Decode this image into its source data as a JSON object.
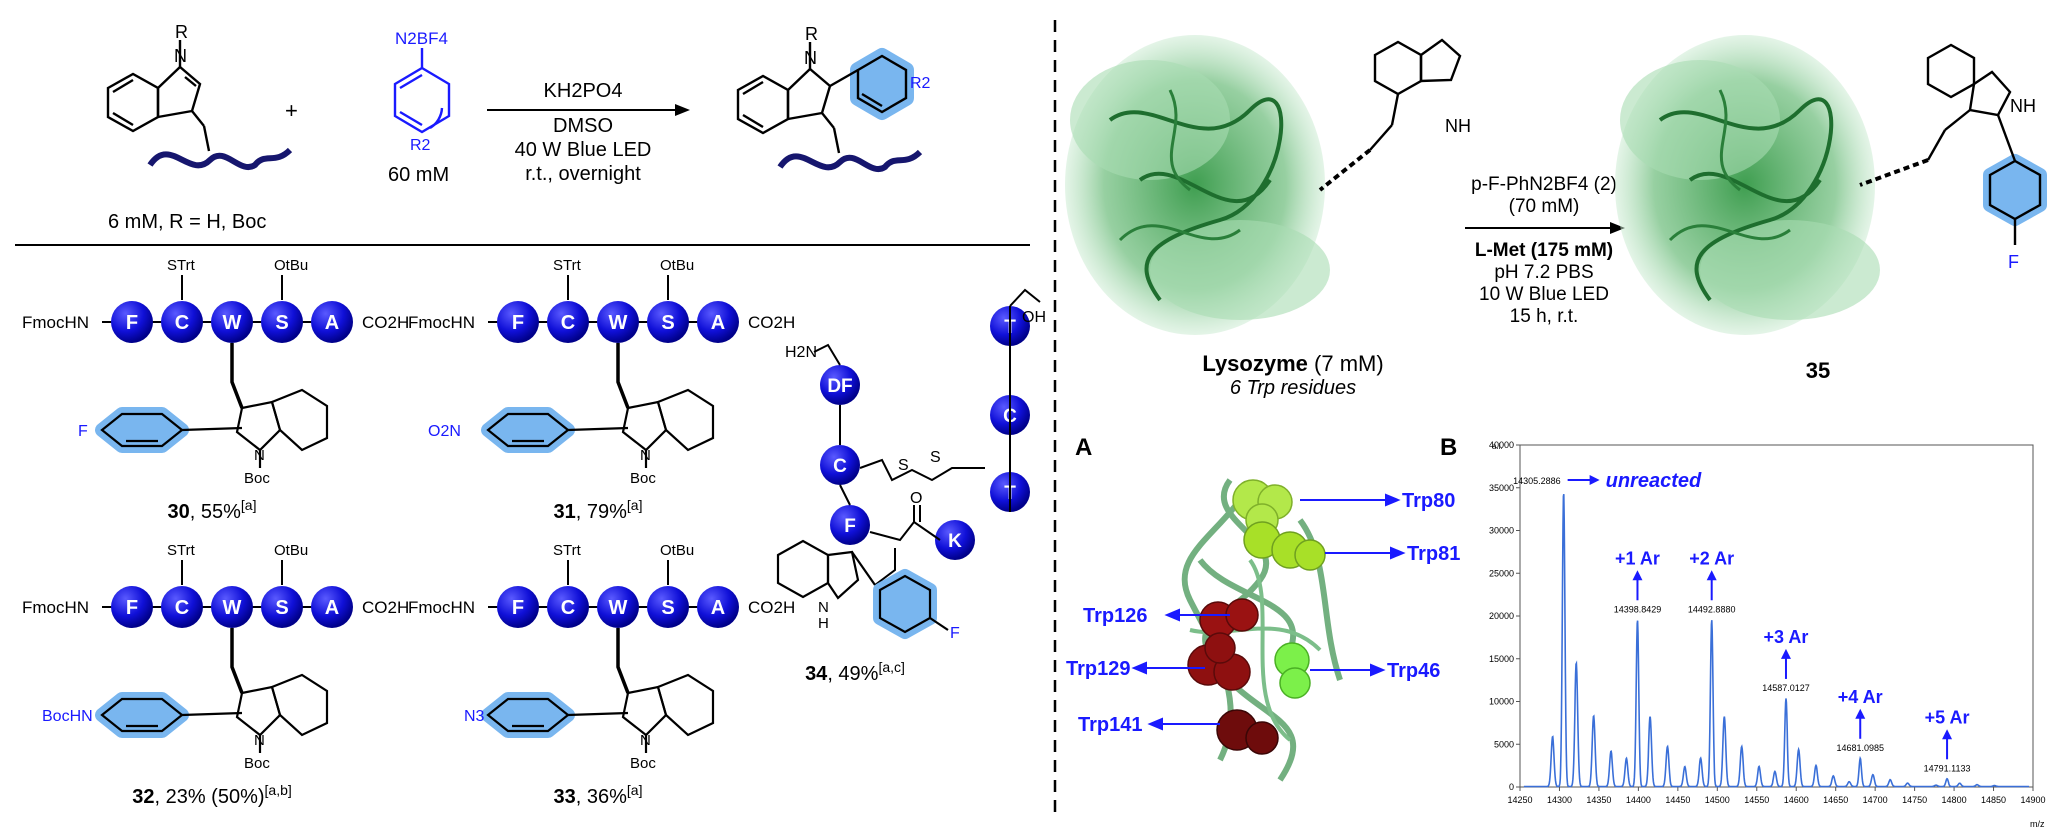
{
  "scheme": {
    "indole_R": "R",
    "diazonium": "N2BF4",
    "diazonium_R2": "R2",
    "plus": "+",
    "reagent_conc": "60 mM",
    "condition1": "KH2PO4",
    "condition2": "DMSO",
    "condition3": "40 W Blue LED",
    "condition4": "r.t., overnight",
    "substrate_conc": "6 mM, R = H, Boc",
    "product_R": "R",
    "product_R2": "R2"
  },
  "peptides": [
    {
      "id": "30",
      "yield": ", 55%",
      "note": "[a]",
      "aryl_sub": "F",
      "n_prot": "Boc"
    },
    {
      "id": "31",
      "yield": ", 79%",
      "note": "[a]",
      "aryl_sub": "O2N",
      "n_prot": "Boc"
    },
    {
      "id": "32",
      "yield": ", 23% (50%)",
      "note": "[a,b]",
      "aryl_sub": "BocHN",
      "n_prot": "Boc"
    },
    {
      "id": "33",
      "yield": ", 36%",
      "note": "[a]",
      "aryl_sub": "N3",
      "n_prot": "Boc"
    }
  ],
  "peptide_labels": {
    "nterm": "FmocHN",
    "cterm": "CO2H",
    "residues": [
      "F",
      "C",
      "W",
      "S",
      "A"
    ],
    "strt": "STrt",
    "otbu": "OtBu"
  },
  "cyclic": {
    "id": "34",
    "yield": ", 49%",
    "note": "[a,c]",
    "h2n": "H2N",
    "residues": [
      "DF",
      "C",
      "F",
      "K",
      "T",
      "C",
      "T"
    ],
    "oh": "OH",
    "s1": "S",
    "s2": "S",
    "o": "O",
    "nh": "H",
    "f": "F"
  },
  "protein": {
    "lysozyme_name": "Lysozyme",
    "lysozyme_conc": " (7 mM)",
    "trp_note": "6 Trp residues",
    "cond1": "p-F-PhN2BF4 (2)",
    "cond2": "(70 mM)",
    "cond3": "L-Met (175 mM)",
    "cond4": "pH 7.2 PBS",
    "cond5": "10 W Blue LED",
    "cond6": "15 h, r.t.",
    "product_id": "35",
    "nh1": "NH",
    "nh2": "NH",
    "f": "F"
  },
  "panelA": {
    "label": "A",
    "trps": [
      "Trp80",
      "Trp81",
      "Trp126",
      "Trp129",
      "Trp46",
      "Trp141"
    ]
  },
  "panelB": {
    "label": "B",
    "yunit": "a.i.",
    "xunit": "m/z",
    "annotations": [
      "unreacted",
      "+1 Ar",
      "+2 Ar",
      "+3 Ar",
      "+4 Ar",
      "+5 Ar"
    ],
    "peak_labels": [
      "14305.2886",
      "14398.8429",
      "14492.8880",
      "14587.0127",
      "14681.0985",
      "14791.1133"
    ],
    "yticks": [
      "0",
      "5000",
      "10000",
      "15000",
      "20000",
      "25000",
      "30000",
      "35000",
      "40000"
    ],
    "xticks": [
      "14250",
      "14300",
      "14350",
      "14400",
      "14450",
      "14500",
      "14550",
      "14600",
      "14650",
      "14700",
      "14750",
      "14800",
      "14850",
      "14900"
    ]
  },
  "colors": {
    "blue": "#1a1aff",
    "sphere": "#1010d8",
    "highlight": "#79b6ef",
    "green": "#3a9a4a",
    "red": "#8a1010",
    "lime": "#a8e028"
  },
  "chart_data": {
    "type": "line",
    "xlabel": "m/z",
    "ylabel": "a.i.",
    "xlim": [
      14250,
      14900
    ],
    "ylim": [
      0,
      40000
    ],
    "peaks": [
      {
        "x": 14305.2886,
        "y": 34500,
        "label": "unreacted"
      },
      {
        "x": 14398.8429,
        "y": 19500,
        "label": "+1 Ar"
      },
      {
        "x": 14492.888,
        "y": 19500,
        "label": "+2 Ar"
      },
      {
        "x": 14587.0127,
        "y": 10300,
        "label": "+3 Ar"
      },
      {
        "x": 14681.0985,
        "y": 3300,
        "label": "+4 Ar"
      },
      {
        "x": 14791.1133,
        "y": 900,
        "label": "+5 Ar"
      }
    ]
  }
}
